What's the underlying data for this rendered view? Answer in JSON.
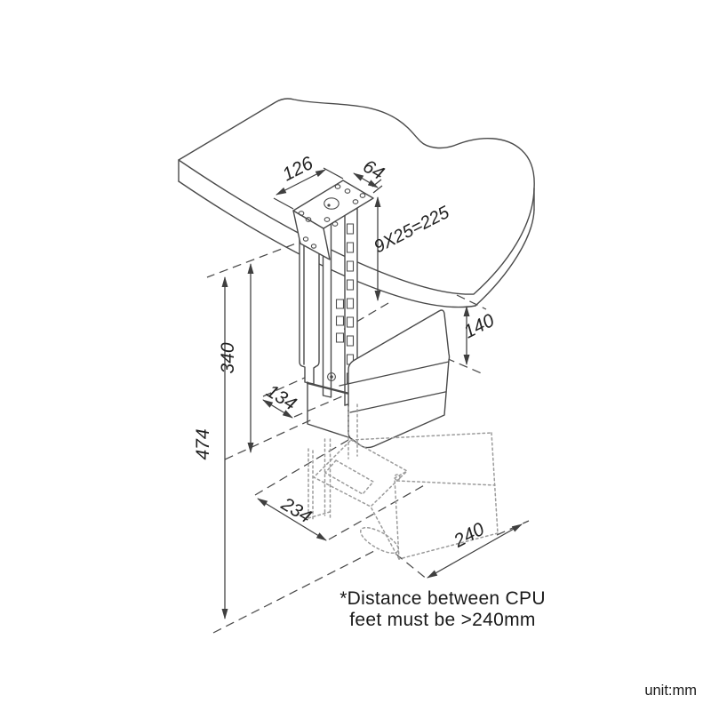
{
  "drawing": {
    "title": "cpu-holder-under-desk-dimension-diagram",
    "unit_label": "unit:mm",
    "note": {
      "line1": "*Distance between CPU",
      "line2": "feet must be >240mm"
    },
    "dimensions": {
      "plate_length": "126",
      "plate_width": "64",
      "slot_row": "9X25=225",
      "desk_clearance": "140",
      "inner_height": "340",
      "total_height": "474",
      "tray_depth": "134",
      "base_depth": "234",
      "cpu_length": "240"
    },
    "colors": {
      "background": "#ffffff",
      "line": "#4a4a4a",
      "hidden_dotted": "#9b9b9b",
      "text": "#1a1a1a"
    }
  }
}
